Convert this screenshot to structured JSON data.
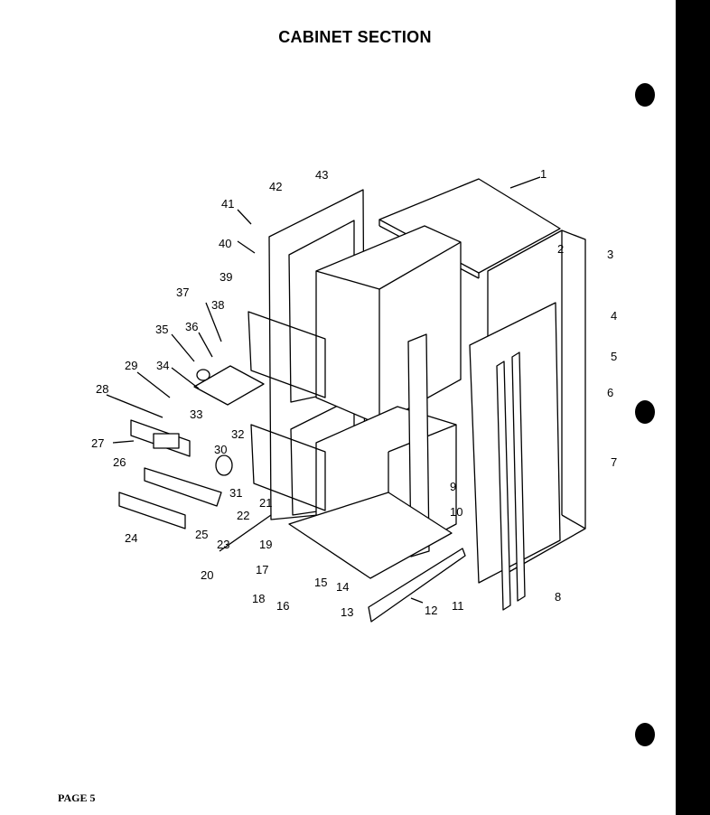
{
  "title": "CABINET SECTION",
  "page_label": "PAGE 5",
  "callouts": [
    {
      "id": "1",
      "label": "1"
    },
    {
      "id": "2",
      "label": "2"
    },
    {
      "id": "3",
      "label": "3"
    },
    {
      "id": "4",
      "label": "4"
    },
    {
      "id": "5",
      "label": "5"
    },
    {
      "id": "6",
      "label": "6"
    },
    {
      "id": "7",
      "label": "7"
    },
    {
      "id": "8",
      "label": "8"
    },
    {
      "id": "9",
      "label": "9"
    },
    {
      "id": "10",
      "label": "10"
    },
    {
      "id": "11",
      "label": "11"
    },
    {
      "id": "12",
      "label": "12"
    },
    {
      "id": "13",
      "label": "13"
    },
    {
      "id": "14",
      "label": "14"
    },
    {
      "id": "15",
      "label": "15"
    },
    {
      "id": "16",
      "label": "16"
    },
    {
      "id": "17",
      "label": "17"
    },
    {
      "id": "18",
      "label": "18"
    },
    {
      "id": "19",
      "label": "19"
    },
    {
      "id": "20",
      "label": "20"
    },
    {
      "id": "21",
      "label": "21"
    },
    {
      "id": "22",
      "label": "22"
    },
    {
      "id": "23",
      "label": "23"
    },
    {
      "id": "24",
      "label": "24"
    },
    {
      "id": "25",
      "label": "25"
    },
    {
      "id": "26",
      "label": "26"
    },
    {
      "id": "27",
      "label": "27"
    },
    {
      "id": "28",
      "label": "28"
    },
    {
      "id": "29",
      "label": "29"
    },
    {
      "id": "30",
      "label": "30"
    },
    {
      "id": "31",
      "label": "31"
    },
    {
      "id": "32",
      "label": "32"
    },
    {
      "id": "33",
      "label": "33"
    },
    {
      "id": "34",
      "label": "34"
    },
    {
      "id": "35",
      "label": "35"
    },
    {
      "id": "36",
      "label": "36"
    },
    {
      "id": "37",
      "label": "37"
    },
    {
      "id": "38",
      "label": "38"
    },
    {
      "id": "39",
      "label": "39"
    },
    {
      "id": "40",
      "label": "40"
    },
    {
      "id": "41",
      "label": "41"
    },
    {
      "id": "42",
      "label": "42"
    },
    {
      "id": "43",
      "label": "43"
    }
  ]
}
